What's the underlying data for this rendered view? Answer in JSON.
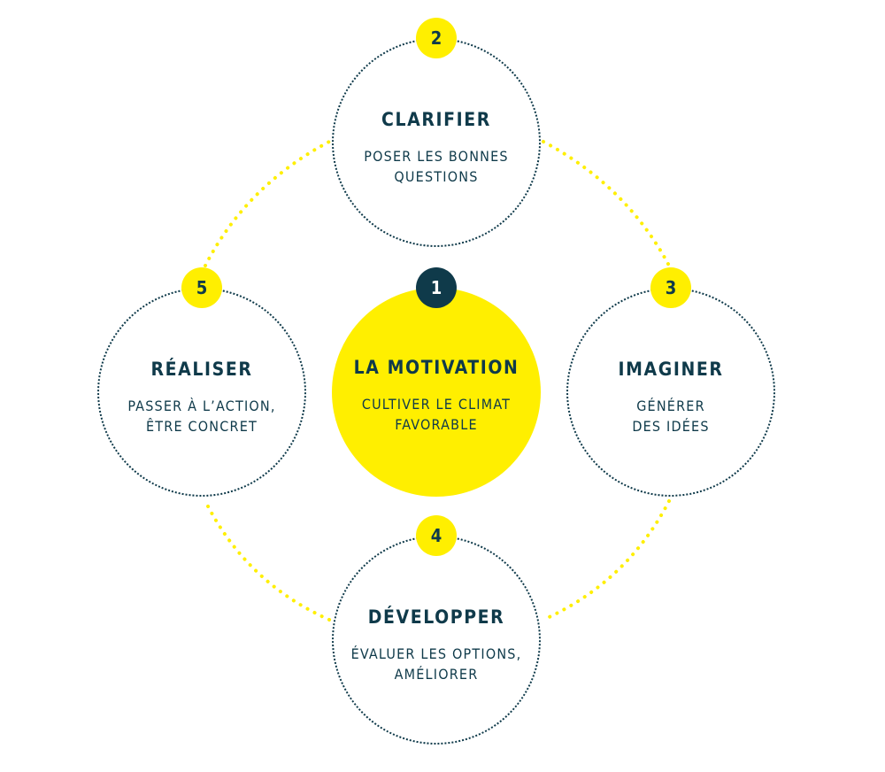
{
  "colors": {
    "accent": "#ffef00",
    "ink": "#0f3a4a",
    "background": "#ffffff"
  },
  "steps": {
    "s1": {
      "number": "1",
      "title": "LA MOTIVATION",
      "subtitle": "CULTIVER LE CLIMAT\nFAVORABLE"
    },
    "s2": {
      "number": "2",
      "title": "CLARIFIER",
      "subtitle": "POSER LES BONNES\nQUESTIONS"
    },
    "s3": {
      "number": "3",
      "title": "IMAGINER",
      "subtitle": "GÉNÉRER\nDES IDÉES"
    },
    "s4": {
      "number": "4",
      "title": "DÉVELOPPER",
      "subtitle": "ÉVALUER LES OPTIONS,\nAMÉLIORER"
    },
    "s5": {
      "number": "5",
      "title": "RÉALISER",
      "subtitle": "PASSER À L’ACTION,\nÊTRE CONCRET"
    }
  }
}
